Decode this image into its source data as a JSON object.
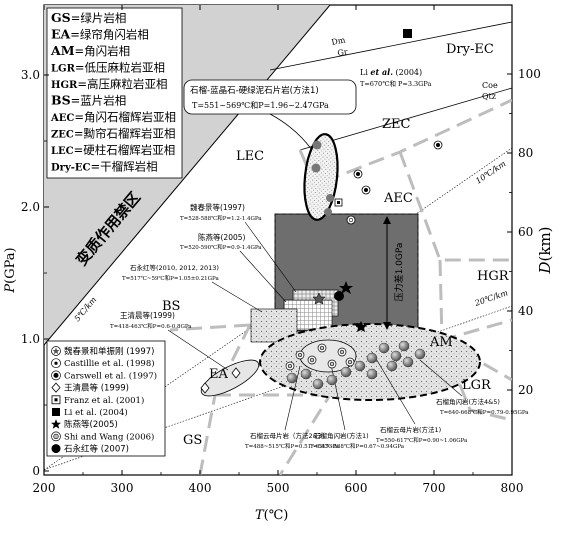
{
  "axes": {
    "x_label_main": "T",
    "x_label_unit": "(℃)",
    "y_label_main": "P",
    "y_label_unit": "(GPa)",
    "y2_label_main": "D",
    "y2_label_unit": "(km)",
    "x_ticks": [
      "200",
      "300",
      "400",
      "500",
      "600",
      "700",
      "800"
    ],
    "y_ticks": [
      "0",
      "1.0",
      "2.0",
      "3.0"
    ],
    "y2_ticks": [
      "20",
      "40",
      "60",
      "80",
      "100"
    ]
  },
  "abbrev_legend": [
    {
      "code": "GS",
      "text": "=绿片岩相"
    },
    {
      "code": "EA",
      "text": "=绿帘角闪岩相"
    },
    {
      "code": "AM",
      "text": "=角闪岩相"
    },
    {
      "code": "LGR",
      "text": "=低压麻粒岩亚相"
    },
    {
      "code": "HGR",
      "text": "=高压麻粒岩亚相"
    },
    {
      "code": "BS",
      "text": "=蓝片岩相"
    },
    {
      "code": "AEC",
      "text": "=角闪石榴辉岩亚相"
    },
    {
      "code": "ZEC",
      "text": "=黝帘石榴辉岩亚相"
    },
    {
      "code": "LEC",
      "text": "=硬柱石榴辉岩亚相"
    },
    {
      "code": "Dry-EC",
      "text": "=干榴辉岩相"
    }
  ],
  "symbol_legend": [
    {
      "label": "魏春景和单振刚 (1997)",
      "icon": "star-in-circle-icon"
    },
    {
      "label": "Castillie et al. (1998)",
      "icon": "dot-in-circle-icon"
    },
    {
      "label": "Carswell et al. (1997)",
      "icon": "dark-dot-in-circle-icon"
    },
    {
      "label": "王清晨等 (1999)",
      "icon": "open-diamond-icon"
    },
    {
      "label": "Franz et al. (2001)",
      "icon": "boxed-square-icon"
    },
    {
      "label": "Li et al. (2004)",
      "icon": "filled-square-icon"
    },
    {
      "label": "陈燕等(2005)",
      "icon": "filled-star-icon"
    },
    {
      "label": "Shi and Wang (2006)",
      "icon": "concentric-circle-icon"
    },
    {
      "label": "石永红等 (2007)",
      "icon": "filled-circle-icon"
    }
  ],
  "facies_labels": {
    "dry_ec": "Dry-EC",
    "zec": "ZEC",
    "lec": "LEC",
    "aec": "AEC",
    "hgr": "HGR",
    "am": "AM",
    "lgr": "LGR",
    "gs": "GS",
    "ea": "EA",
    "bs": "BS"
  },
  "forbidden_zone": "变质作用禁区",
  "reaction_labels": {
    "dm": "Dm",
    "gr": "Gr",
    "coe": "Coe",
    "qtz": "Qtz"
  },
  "gradients": {
    "g5": "5℃/km",
    "g10": "10℃/km",
    "g20": "20℃/km"
  },
  "pressure_diff": "压力差1.0GPa",
  "annotations": {
    "li2004_title_pre": "Li ",
    "li2004_title_em": "et al.",
    "li2004_title_post": " (2004)",
    "li2004_pt": "T=670℃和 P=3.3GPa",
    "eclogite_box_line1": "石榴-蓝晶石-硬绿泥石片岩(方法1)",
    "eclogite_box_line2": "T=551~569℃和P=1.96~2.47GPa",
    "wei1997_title": "魏春景等(1997)",
    "wei1997_pt": "T=528-588℃和P=1.2-1.4GPa",
    "chen2005_title": "陈燕等(2005)",
    "chen2005_pt": "T=520-590℃和P=0.9-1.4GPa",
    "shi_title": "石永红等(2010, 2012, 2013)",
    "shi_pt": "T=517℃~59℃和P=1.05±0.21GPa",
    "wang1999_title": "王清晨等(1999)",
    "wang1999_pt": "T=418-463℃和P=0.6-0.8GPa",
    "garnet_m23_title": "石榴云母片岩（方法2&3）",
    "garnet_m23_pt": "T=488~515℃和P=0.51~0.83GPa",
    "amph_m1_title": "石榴角闪岩(方法1)",
    "amph_m1_pt": "T=547~588℃和P=0.67~0.94GPa",
    "mica_m1_title": "石榴云母片岩(方法1)",
    "mica_m1_pt": "T=550-617℃和P=0.90~1.06GPa",
    "amph_m45_title": "石榴角闪岩(方法4&5)",
    "amph_m45_pt": "T=640-668℃和P=0.79-0.95GPa"
  }
}
